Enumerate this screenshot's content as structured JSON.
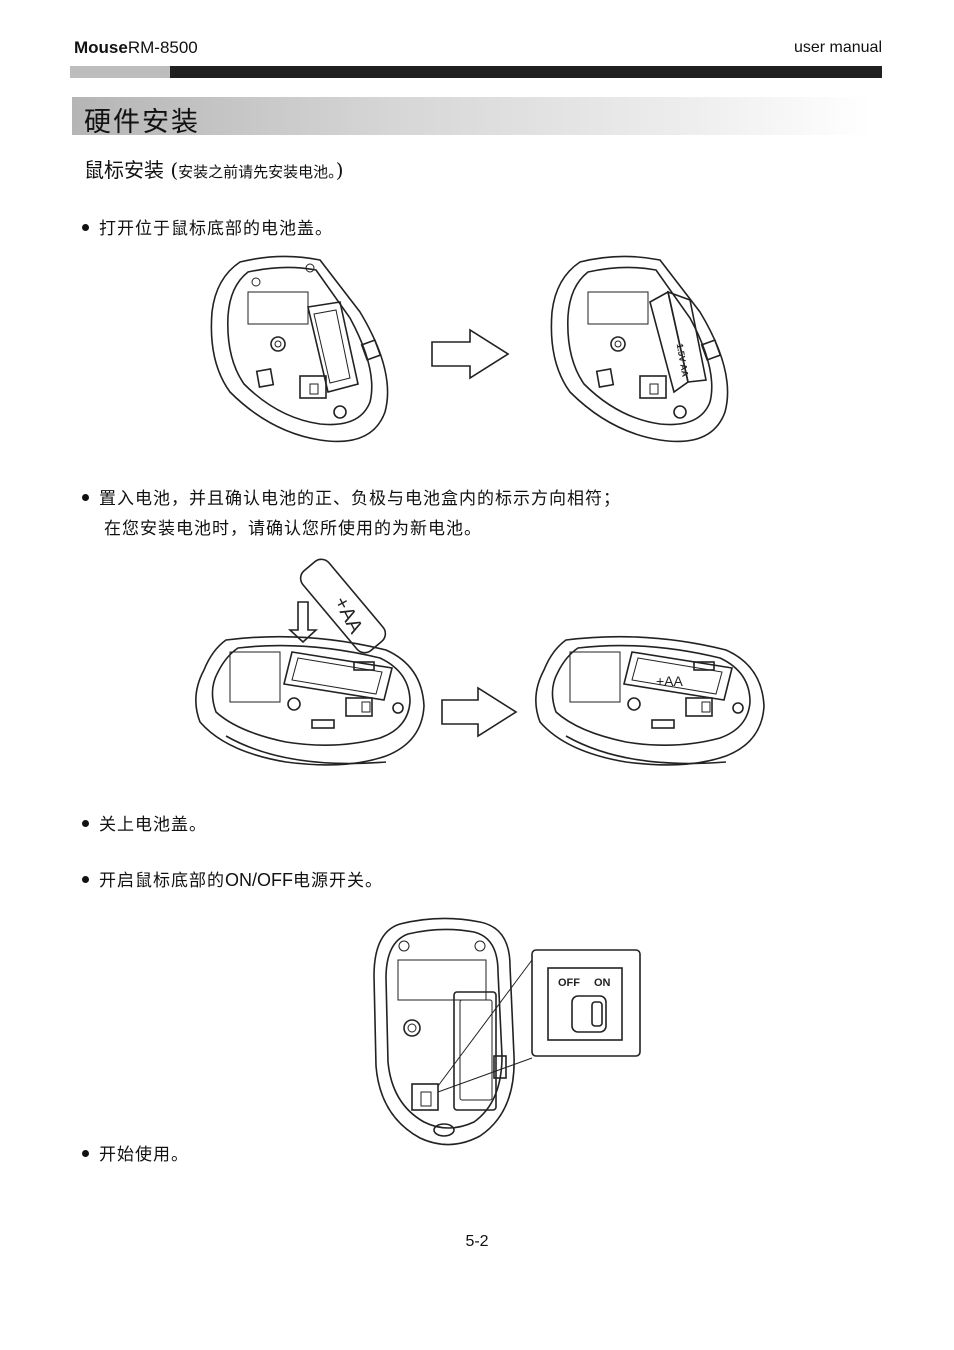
{
  "header": {
    "model_bold": "Mouse",
    "model_rest": "RM-8500",
    "manual": "user manual"
  },
  "section": {
    "title": "硬件安装"
  },
  "install": {
    "heading_main": "鼠标安装 (",
    "heading_note": "安装之前请先安装电池。",
    "heading_close": ")"
  },
  "steps": {
    "step1": "打开位于鼠标底部的电池盖。",
    "step2_line1": "置入电池，并且确认电池的正、负极与电池盒内的标示方向相符；",
    "step2_line2": "在您安装电池时，请确认您所使用的为新电池。",
    "step3": "关上电池盖。",
    "step4_pre": "开启鼠标底部的",
    "step4_latin": "ON/OFF",
    "step4_post": "电源开关。",
    "step5": "开始使用。"
  },
  "labels": {
    "battery_aa": "+AA",
    "battery_side": "1.5V AA",
    "switch_off": "OFF",
    "switch_on": "ON"
  },
  "footer": {
    "page_number": "5-2"
  },
  "colors": {
    "header_bar": "#202020",
    "header_bar_accent": "#bdbdbd",
    "section_band": "#c8c8c8"
  }
}
